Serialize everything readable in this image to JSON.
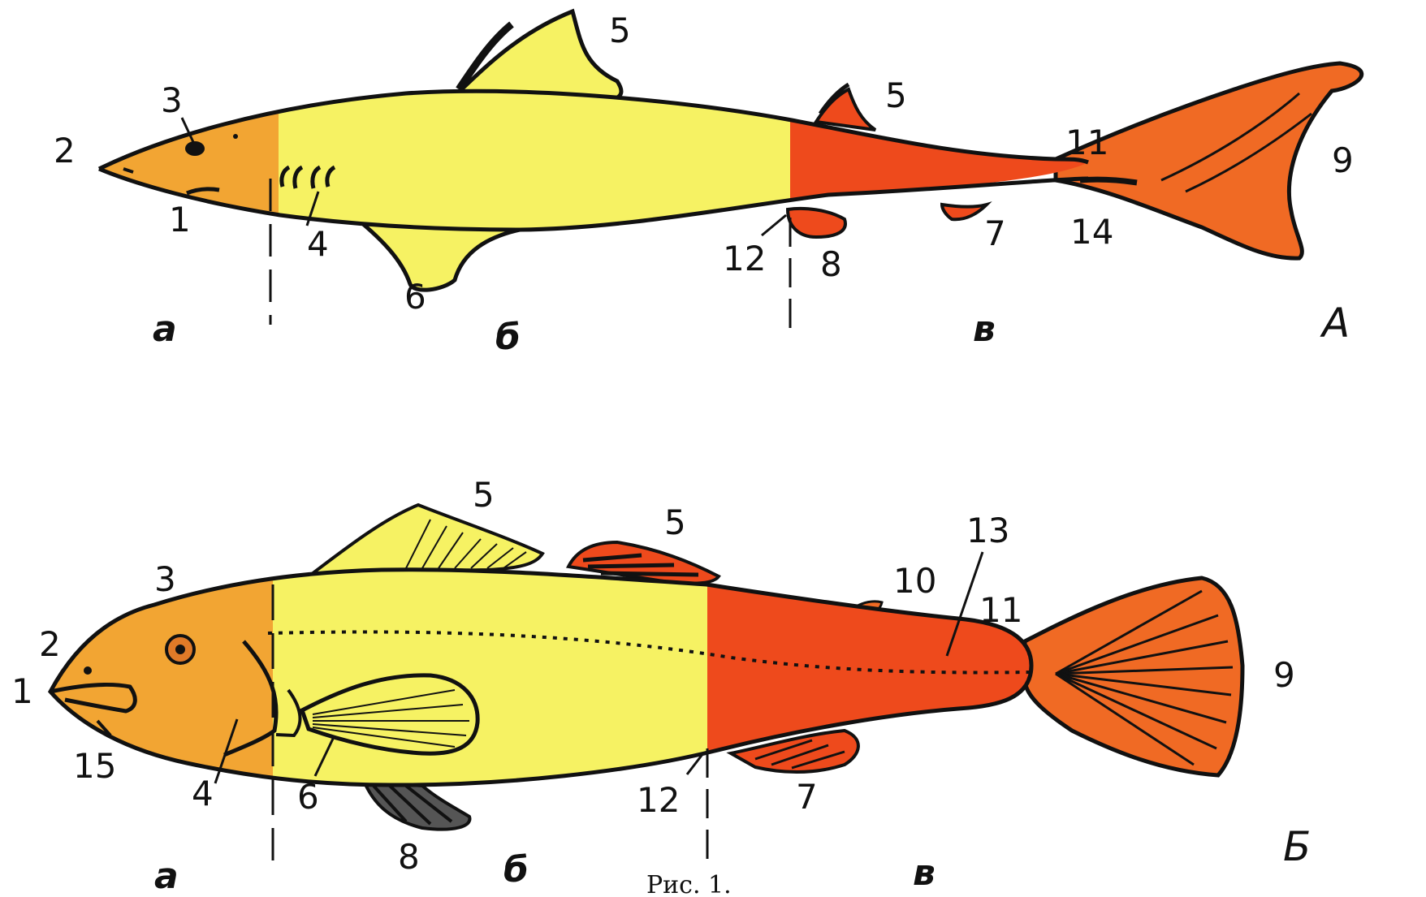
{
  "colors": {
    "head": "#f2a533",
    "trunk": "#f6f263",
    "tail": "#ee4a1c",
    "tail_fin": "#f06a24",
    "outline": "#111111"
  },
  "figure_a": {
    "marker": "А",
    "sections": [
      "а",
      "б",
      "в"
    ],
    "labels": {
      "l1": "1",
      "l2": "2",
      "l3": "3",
      "l4": "4",
      "l5a": "5",
      "l5b": "5",
      "l6": "6",
      "l7": "7",
      "l8": "8",
      "l9": "9",
      "l11": "11",
      "l12": "12",
      "l14": "14"
    }
  },
  "figure_b": {
    "marker": "Б",
    "sections": [
      "а",
      "б",
      "в"
    ],
    "labels": {
      "l1": "1",
      "l2": "2",
      "l3": "3",
      "l4": "4",
      "l5a": "5",
      "l5b": "5",
      "l6": "6",
      "l7": "7",
      "l8": "8",
      "l9": "9",
      "l10": "10",
      "l11": "11",
      "l12": "12",
      "l13": "13",
      "l15": "15"
    }
  },
  "caption": "Рис. 1."
}
